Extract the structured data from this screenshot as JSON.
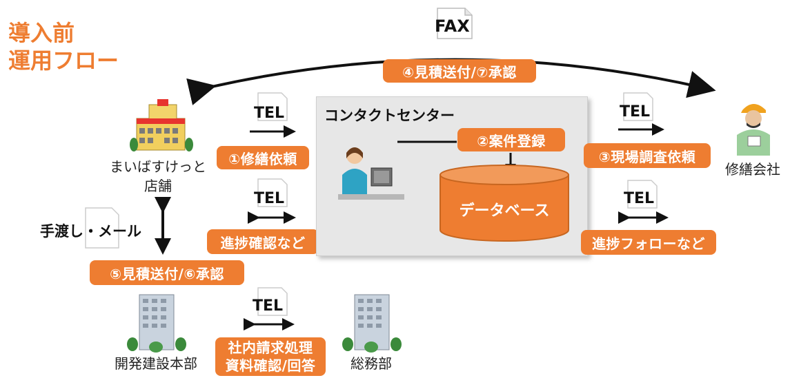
{
  "title": {
    "line1": "導入前",
    "line2": "運用フロー"
  },
  "fax": {
    "label": "FAX"
  },
  "center_panel": {
    "title": "コンタクトセンター"
  },
  "database": {
    "label": "データベース"
  },
  "nodes": {
    "store": {
      "line1": "まいばすけっと",
      "line2": "店舗"
    },
    "repair_company": {
      "label": "修繕会社"
    },
    "dev_dept": {
      "label": "開発建設本部"
    },
    "general_affairs": {
      "label": "総務部"
    }
  },
  "steps": {
    "step1": "①修繕依頼",
    "step2": "②案件登録",
    "step3": "③現場調査依頼",
    "step4": "④見積送付/⑦承認",
    "step5": "⑤見積送付/⑥承認",
    "progress_confirm": "進捗確認など",
    "progress_follow": "進捗フォローなど",
    "internal_line1": "社内請求処理",
    "internal_line2": "資料確認/回答"
  },
  "tel_labels": [
    "TEL",
    "TEL",
    "TEL",
    "TEL",
    "TEL"
  ],
  "handover": {
    "label": "手渡し・メール"
  },
  "colors": {
    "accent": "#ee7d31",
    "panel": "#e7e7e7",
    "arrow": "#111111"
  },
  "icons": [
    "building-store-icon",
    "worker-icon",
    "operator-icon",
    "office-building-icon",
    "paper-icon",
    "database-icon"
  ]
}
